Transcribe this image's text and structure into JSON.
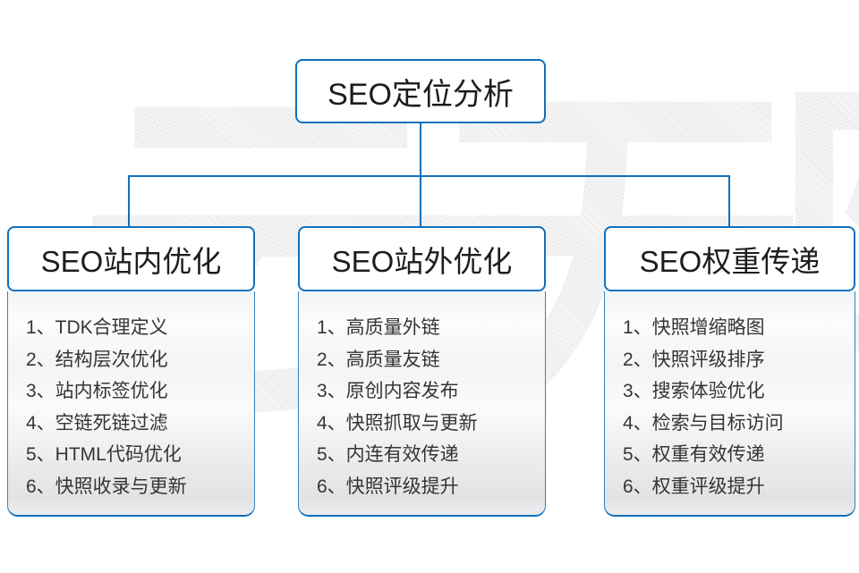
{
  "watermark": "云无限",
  "colors": {
    "accent_blue": "#1070bd",
    "list_border_blue": "#3381c2",
    "watermark_gray": "#e2e2e2",
    "text_dark": "#1d1d1d",
    "list_text": "#353535"
  },
  "root": {
    "title": "SEO定位分析"
  },
  "branches": [
    {
      "title": "SEO站内优化",
      "items": [
        "1、TDK合理定义",
        "2、结构层次优化",
        "3、站内标签优化",
        "4、空链死链过滤",
        "5、HTML代码优化",
        "6、快照收录与更新"
      ]
    },
    {
      "title": "SEO站外优化",
      "items": [
        "1、高质量外链",
        "2、高质量友链",
        "3、原创内容发布",
        "4、快照抓取与更新",
        "5、内连有效传递",
        "6、快照评级提升"
      ]
    },
    {
      "title": "SEO权重传递",
      "items": [
        "1、快照增缩略图",
        "2、快照评级排序",
        "3、搜索体验优化",
        "4、检索与目标访问",
        "5、权重有效传递",
        "6、权重评级提升"
      ]
    }
  ]
}
